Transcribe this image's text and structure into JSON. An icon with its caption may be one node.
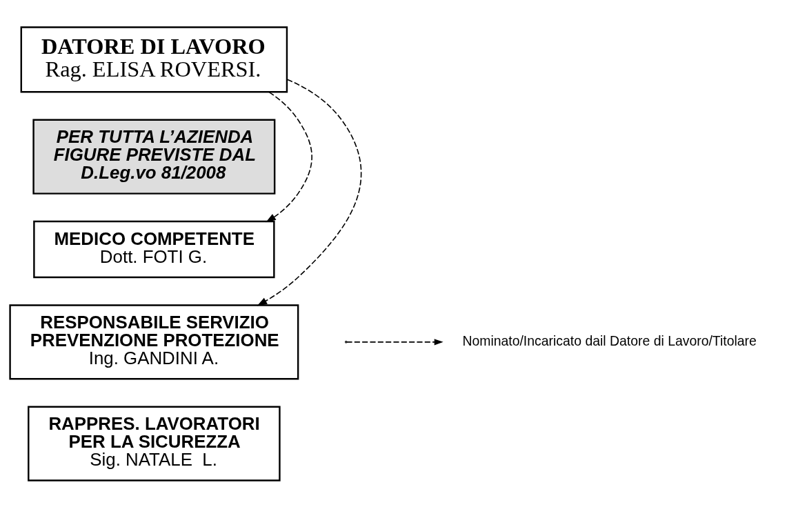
{
  "diagram": {
    "nodes": [
      {
        "text": [
          "DATORE DI LAVORO",
          "Rag. ELISA ROVERSI."
        ]
      },
      {
        "text": [
          "PER TUTTA L’AZIENDA FIGURE PREVISTE DAL D.Leg.vo 81/2008"
        ]
      },
      {
        "text": [
          "MEDICO COMPETENTE",
          "Dott. FOTI G."
        ]
      },
      {
        "text": [
          "RESPONSABILE SERVIZIO PREVENZIONE PROTEZIONE",
          "Ing. GANDINI A."
        ]
      },
      {
        "text": [
          "RAPPRES. LAVORATORI PER LA SICUREZZA",
          "Sig. NATALE  L."
        ]
      }
    ],
    "edges": [
      {
        "from": 0,
        "to": 2,
        "arrow": "to",
        "style": "dashed"
      },
      {
        "from": 0,
        "to": 3,
        "arrow": "to",
        "style": "dashed"
      }
    ],
    "legend": [
      {
        "text": "Nominato/Incaricato dail Datore di Lavoro/Titolare"
      }
    ]
  }
}
